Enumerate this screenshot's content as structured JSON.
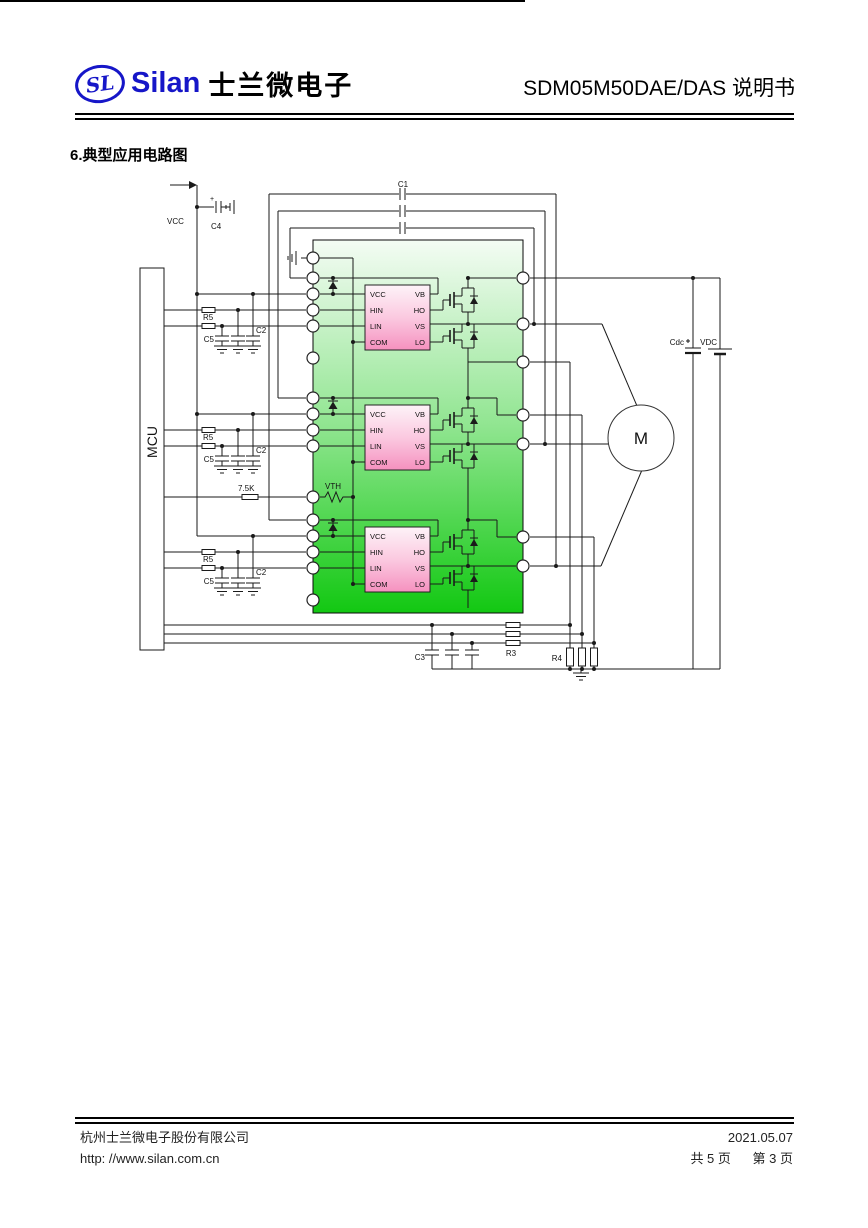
{
  "header": {
    "logo_sl": "SL",
    "logo_silan": "Silan",
    "logo_cn": "士兰微电子",
    "doc_title": "SDM05M50DAE/DAS 说明书"
  },
  "section": {
    "title": "6.典型应用电路图"
  },
  "footer": {
    "company": "杭州士兰微电子股份有限公司",
    "url": "http: //www.silan.com.cn",
    "date": "2021.05.07",
    "page_total": "共 5 页",
    "page_current": "第 3 页"
  },
  "circuit": {
    "labels": {
      "vcc": "VCC",
      "c4": "C4",
      "c1": "C1",
      "mcu": "MCU",
      "r5": "R5",
      "c5": "C5",
      "c2": "C2",
      "r_th": "7.5K",
      "vth": "VTH",
      "c3": "C3",
      "r3": "R3",
      "r4": "R4",
      "cdc": "Cdc",
      "vdc": "VDC",
      "motor": "M"
    },
    "ic_pins": {
      "left": [
        "VCC",
        "HIN",
        "LIN",
        "COM"
      ],
      "right": [
        "VB",
        "HO",
        "VS",
        "LO"
      ]
    },
    "colors": {
      "line": "#1a1a1a",
      "module_green": "#12c812",
      "ic_pink": "#f591bf",
      "logo_blue": "#1616c8"
    }
  }
}
